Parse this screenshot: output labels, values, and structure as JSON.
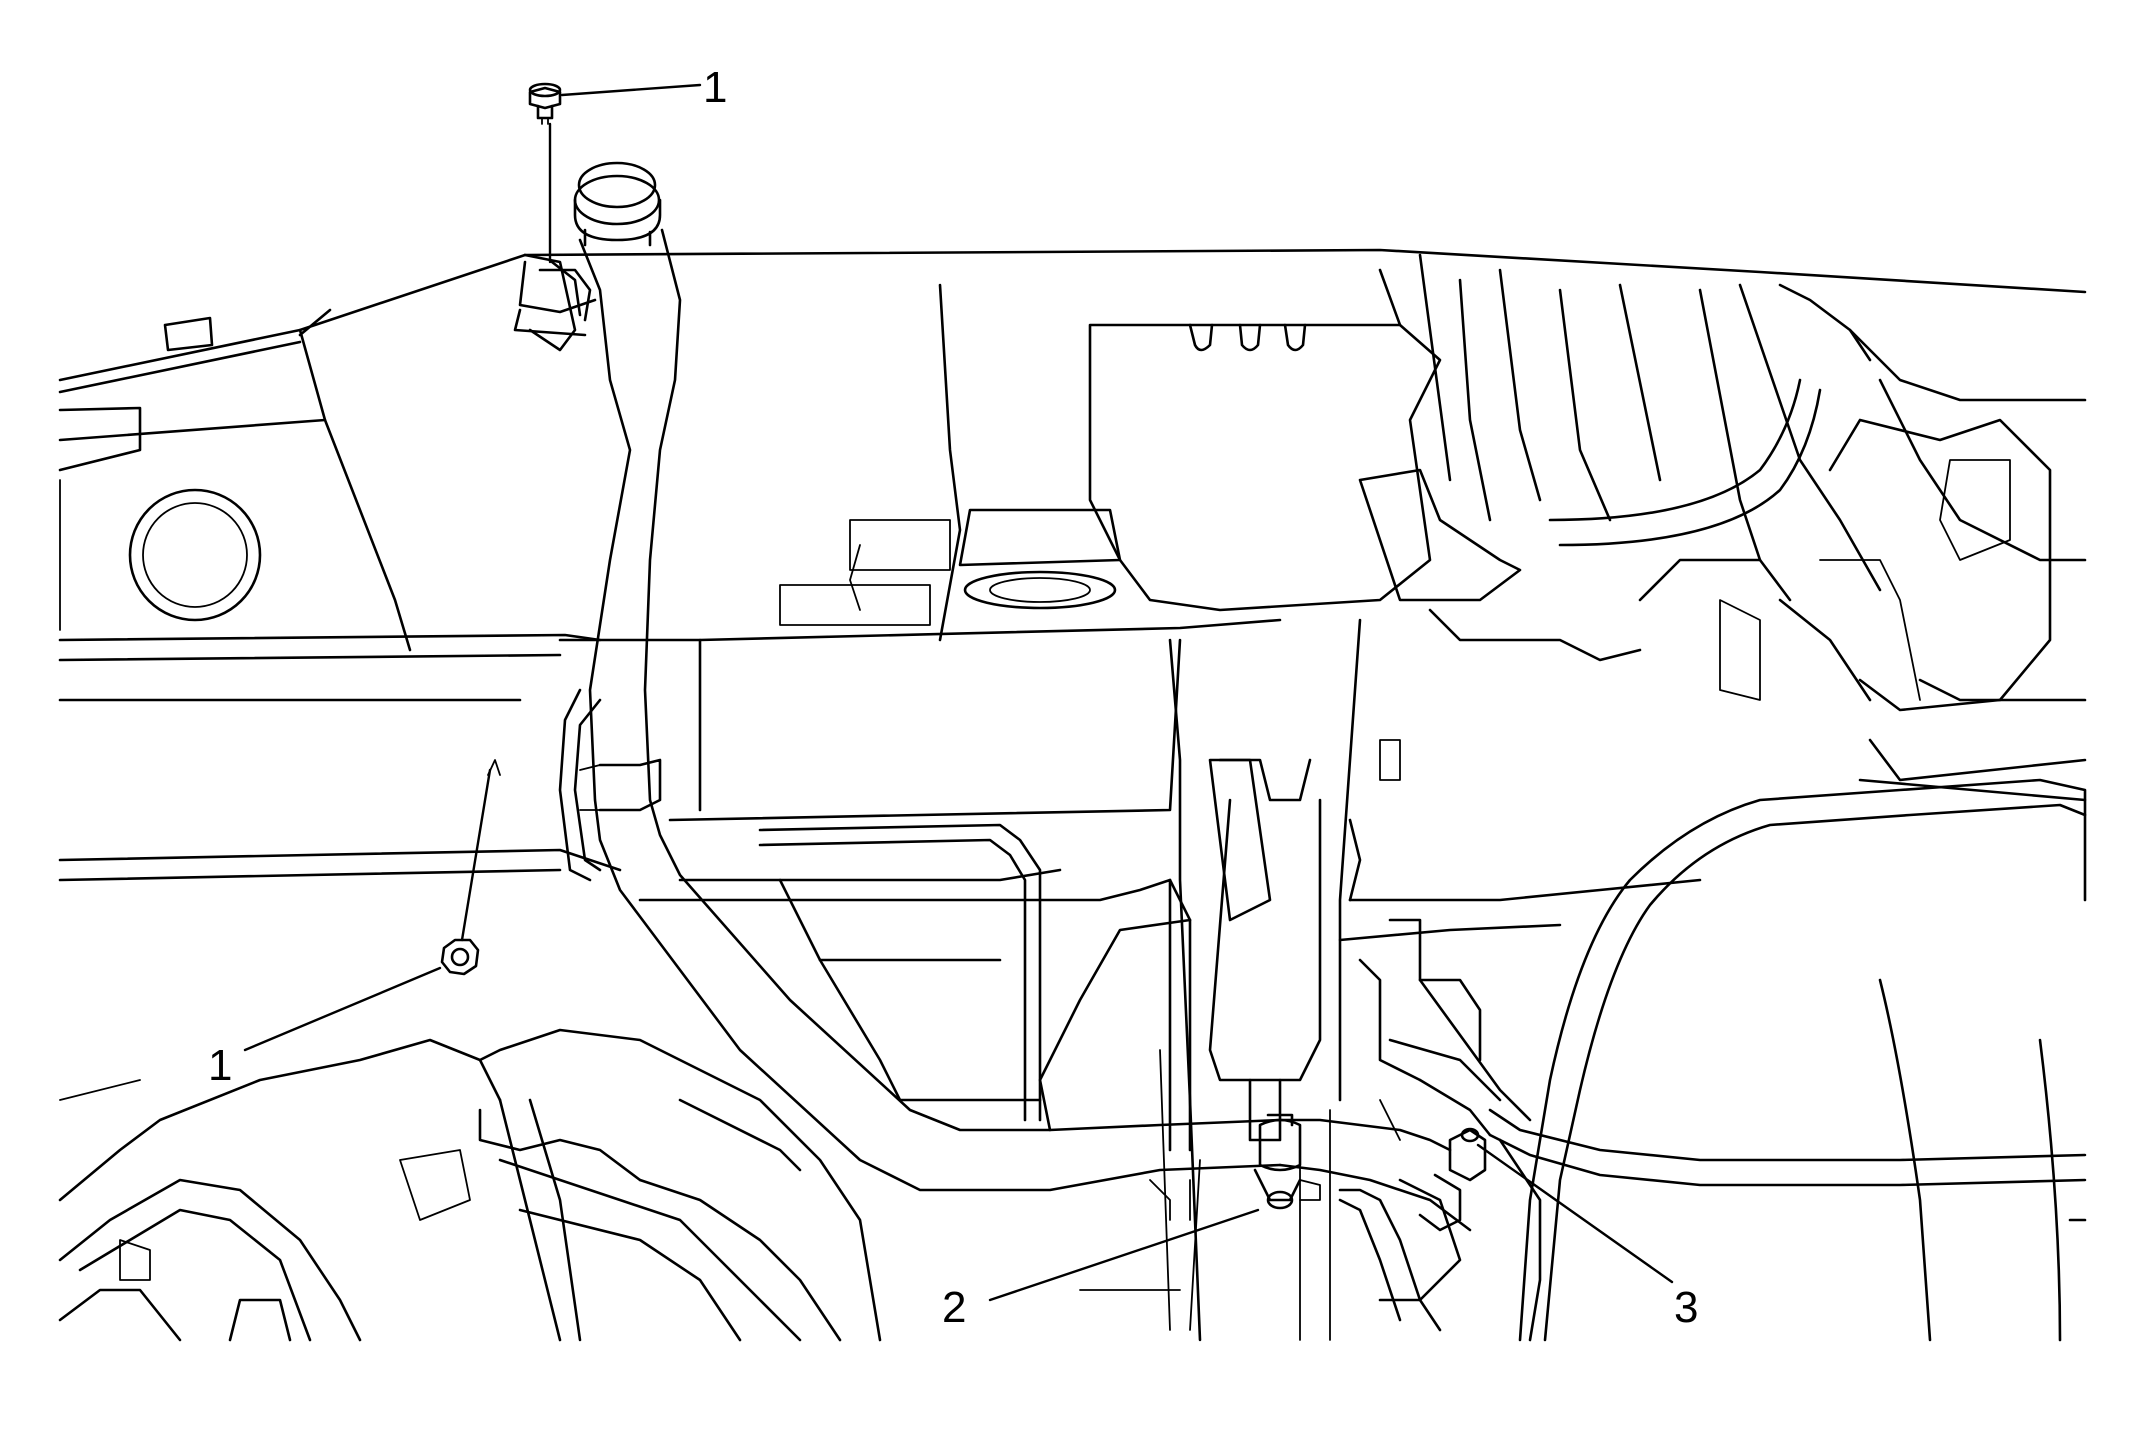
{
  "callouts": [
    {
      "id": "fastener_top",
      "label": "1"
    },
    {
      "id": "fastener_left",
      "label": "1"
    },
    {
      "id": "clamp",
      "label": "2"
    },
    {
      "id": "connector",
      "label": "3"
    }
  ]
}
